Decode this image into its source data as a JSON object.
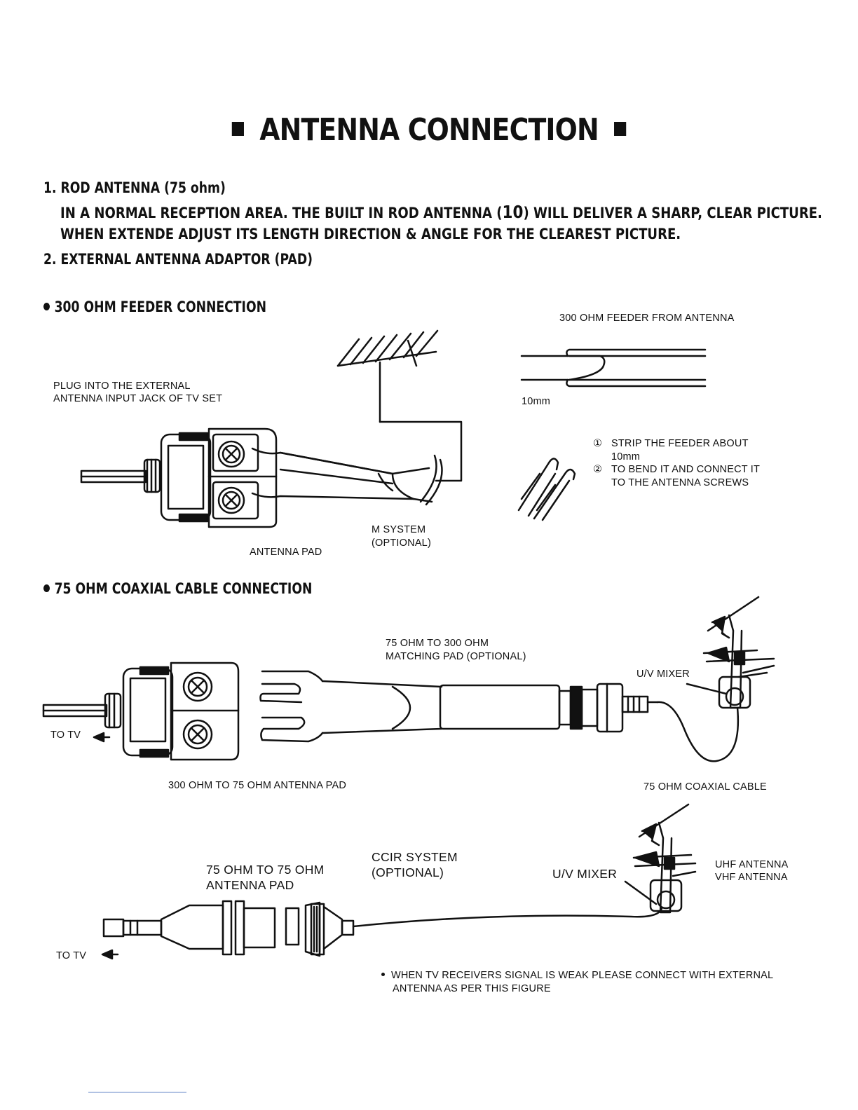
{
  "title": "ANTENNA CONNECTION",
  "section1": {
    "heading": "1. ROD ANTENNA (75 ohm)",
    "line1_pre": "IN A NORMAL RECEPTION AREA. THE BUILT IN ROD ANTENNA (",
    "line1_num": "10",
    "line1_post": ") WILL DELIVER A SHARP, CLEAR PICTURE.",
    "line2": "WHEN EXTENDE ADJUST ITS LENGTH DIRECTION & ANGLE FOR THE CLEAREST PICTURE."
  },
  "section2": {
    "heading": "2. EXTERNAL ANTENNA ADAPTOR (PAD)"
  },
  "feeder300": {
    "heading": "300 OHM FEEDER CONNECTION",
    "feeder_from_antenna": "300 OHM FEEDER FROM ANTENNA",
    "plug_line1": "PLUG INTO THE EXTERNAL",
    "plug_line2": "ANTENNA INPUT JACK OF TV SET",
    "dim_10mm": "10mm",
    "step1_num": "①",
    "step1_line1": "STRIP THE FEEDER ABOUT",
    "step1_line2": "10mm",
    "step2_num": "②",
    "step2_line1": "TO BEND IT AND CONNECT IT",
    "step2_line2": "TO THE ANTENNA SCREWS",
    "m_system_line1": "M SYSTEM",
    "m_system_line2": "(OPTIONAL)",
    "antenna_pad": "ANTENNA PAD"
  },
  "coax75": {
    "heading": "75 OHM COAXIAL CABLE CONNECTION",
    "matching_line1": "75 OHM TO 300 OHM",
    "matching_line2": "MATCHING PAD (OPTIONAL)",
    "uv_mixer": "U/V MIXER",
    "to_tv": "TO TV",
    "pad_300_75": "300 OHM TO 75 OHM ANTENNA PAD",
    "coax_cable": "75 OHM COAXIAL CABLE"
  },
  "ccir": {
    "pad_line1": "75 OHM TO 75 OHM",
    "pad_line2": "ANTENNA PAD",
    "system_line1": "CCIR SYSTEM",
    "system_line2": "(OPTIONAL)",
    "uv_mixer": "U/V MIXER",
    "uhf": "UHF ANTENNA",
    "vhf": "VHF ANTENNA",
    "to_tv": "TO TV",
    "note_line1": "WHEN TV RECEIVERS SIGNAL IS WEAK PLEASE CONNECT WITH EXTERNAL",
    "note_line2": "ANTENNA AS PER THIS FIGURE"
  }
}
